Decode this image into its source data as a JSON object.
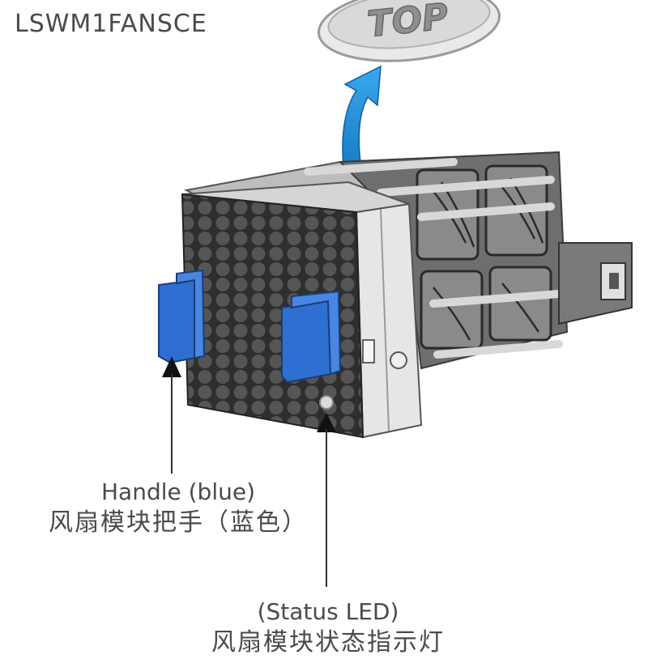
{
  "model": "LSWM1FANSCE",
  "top_mark": "TOP",
  "module_marks": {
    "side_top": "TOP"
  },
  "callouts": {
    "handle": {
      "en": "Handle (blue)",
      "zh": "风扇模块把手（蓝色）"
    },
    "status_led": {
      "en": "(Status LED)",
      "zh": "风扇模块状态指示灯"
    }
  },
  "colors": {
    "handle_blue": "#2f6fd1",
    "arrow_blue": "#1f8fd6",
    "body_dark": "#3a3a3a",
    "body_mid": "#6b6b6b",
    "body_light": "#cfcfcf"
  }
}
